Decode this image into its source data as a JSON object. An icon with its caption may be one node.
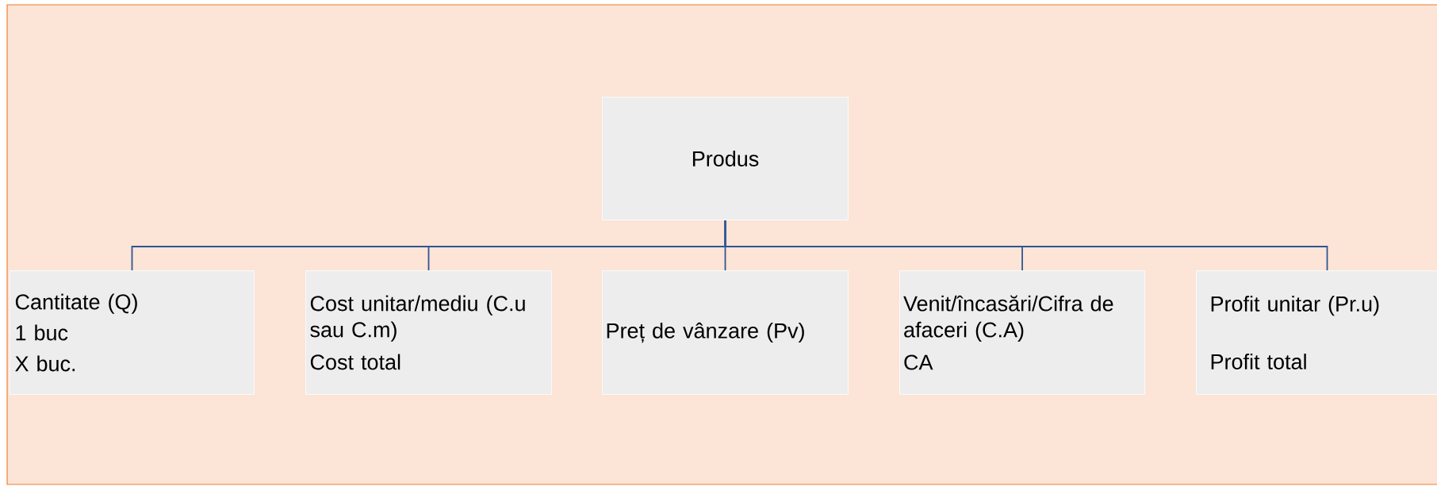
{
  "diagram": {
    "nodes": [
      {
        "text": [
          "Produs"
        ]
      },
      {
        "text": [
          "Cantitate (Q)",
          "1 buc",
          "X buc."
        ]
      },
      {
        "text": [
          "Cost unitar/mediu (C.u sau C.m)",
          "Cost total"
        ]
      },
      {
        "text": [
          "Preț de vânzare (Pv)"
        ]
      },
      {
        "text": [
          "Venit/încasări/Cifra de afaceri (C.A)",
          "CA"
        ]
      },
      {
        "text": [
          "Profit  unitar (Pr.u)",
          "Profit total"
        ]
      }
    ],
    "edges": [
      {
        "from": 0,
        "to": 1,
        "arrow": "none"
      },
      {
        "from": 0,
        "to": 2,
        "arrow": "none"
      },
      {
        "from": 0,
        "to": 3,
        "arrow": "none"
      },
      {
        "from": 0,
        "to": 4,
        "arrow": "none"
      },
      {
        "from": 0,
        "to": 5,
        "arrow": "none"
      }
    ]
  }
}
